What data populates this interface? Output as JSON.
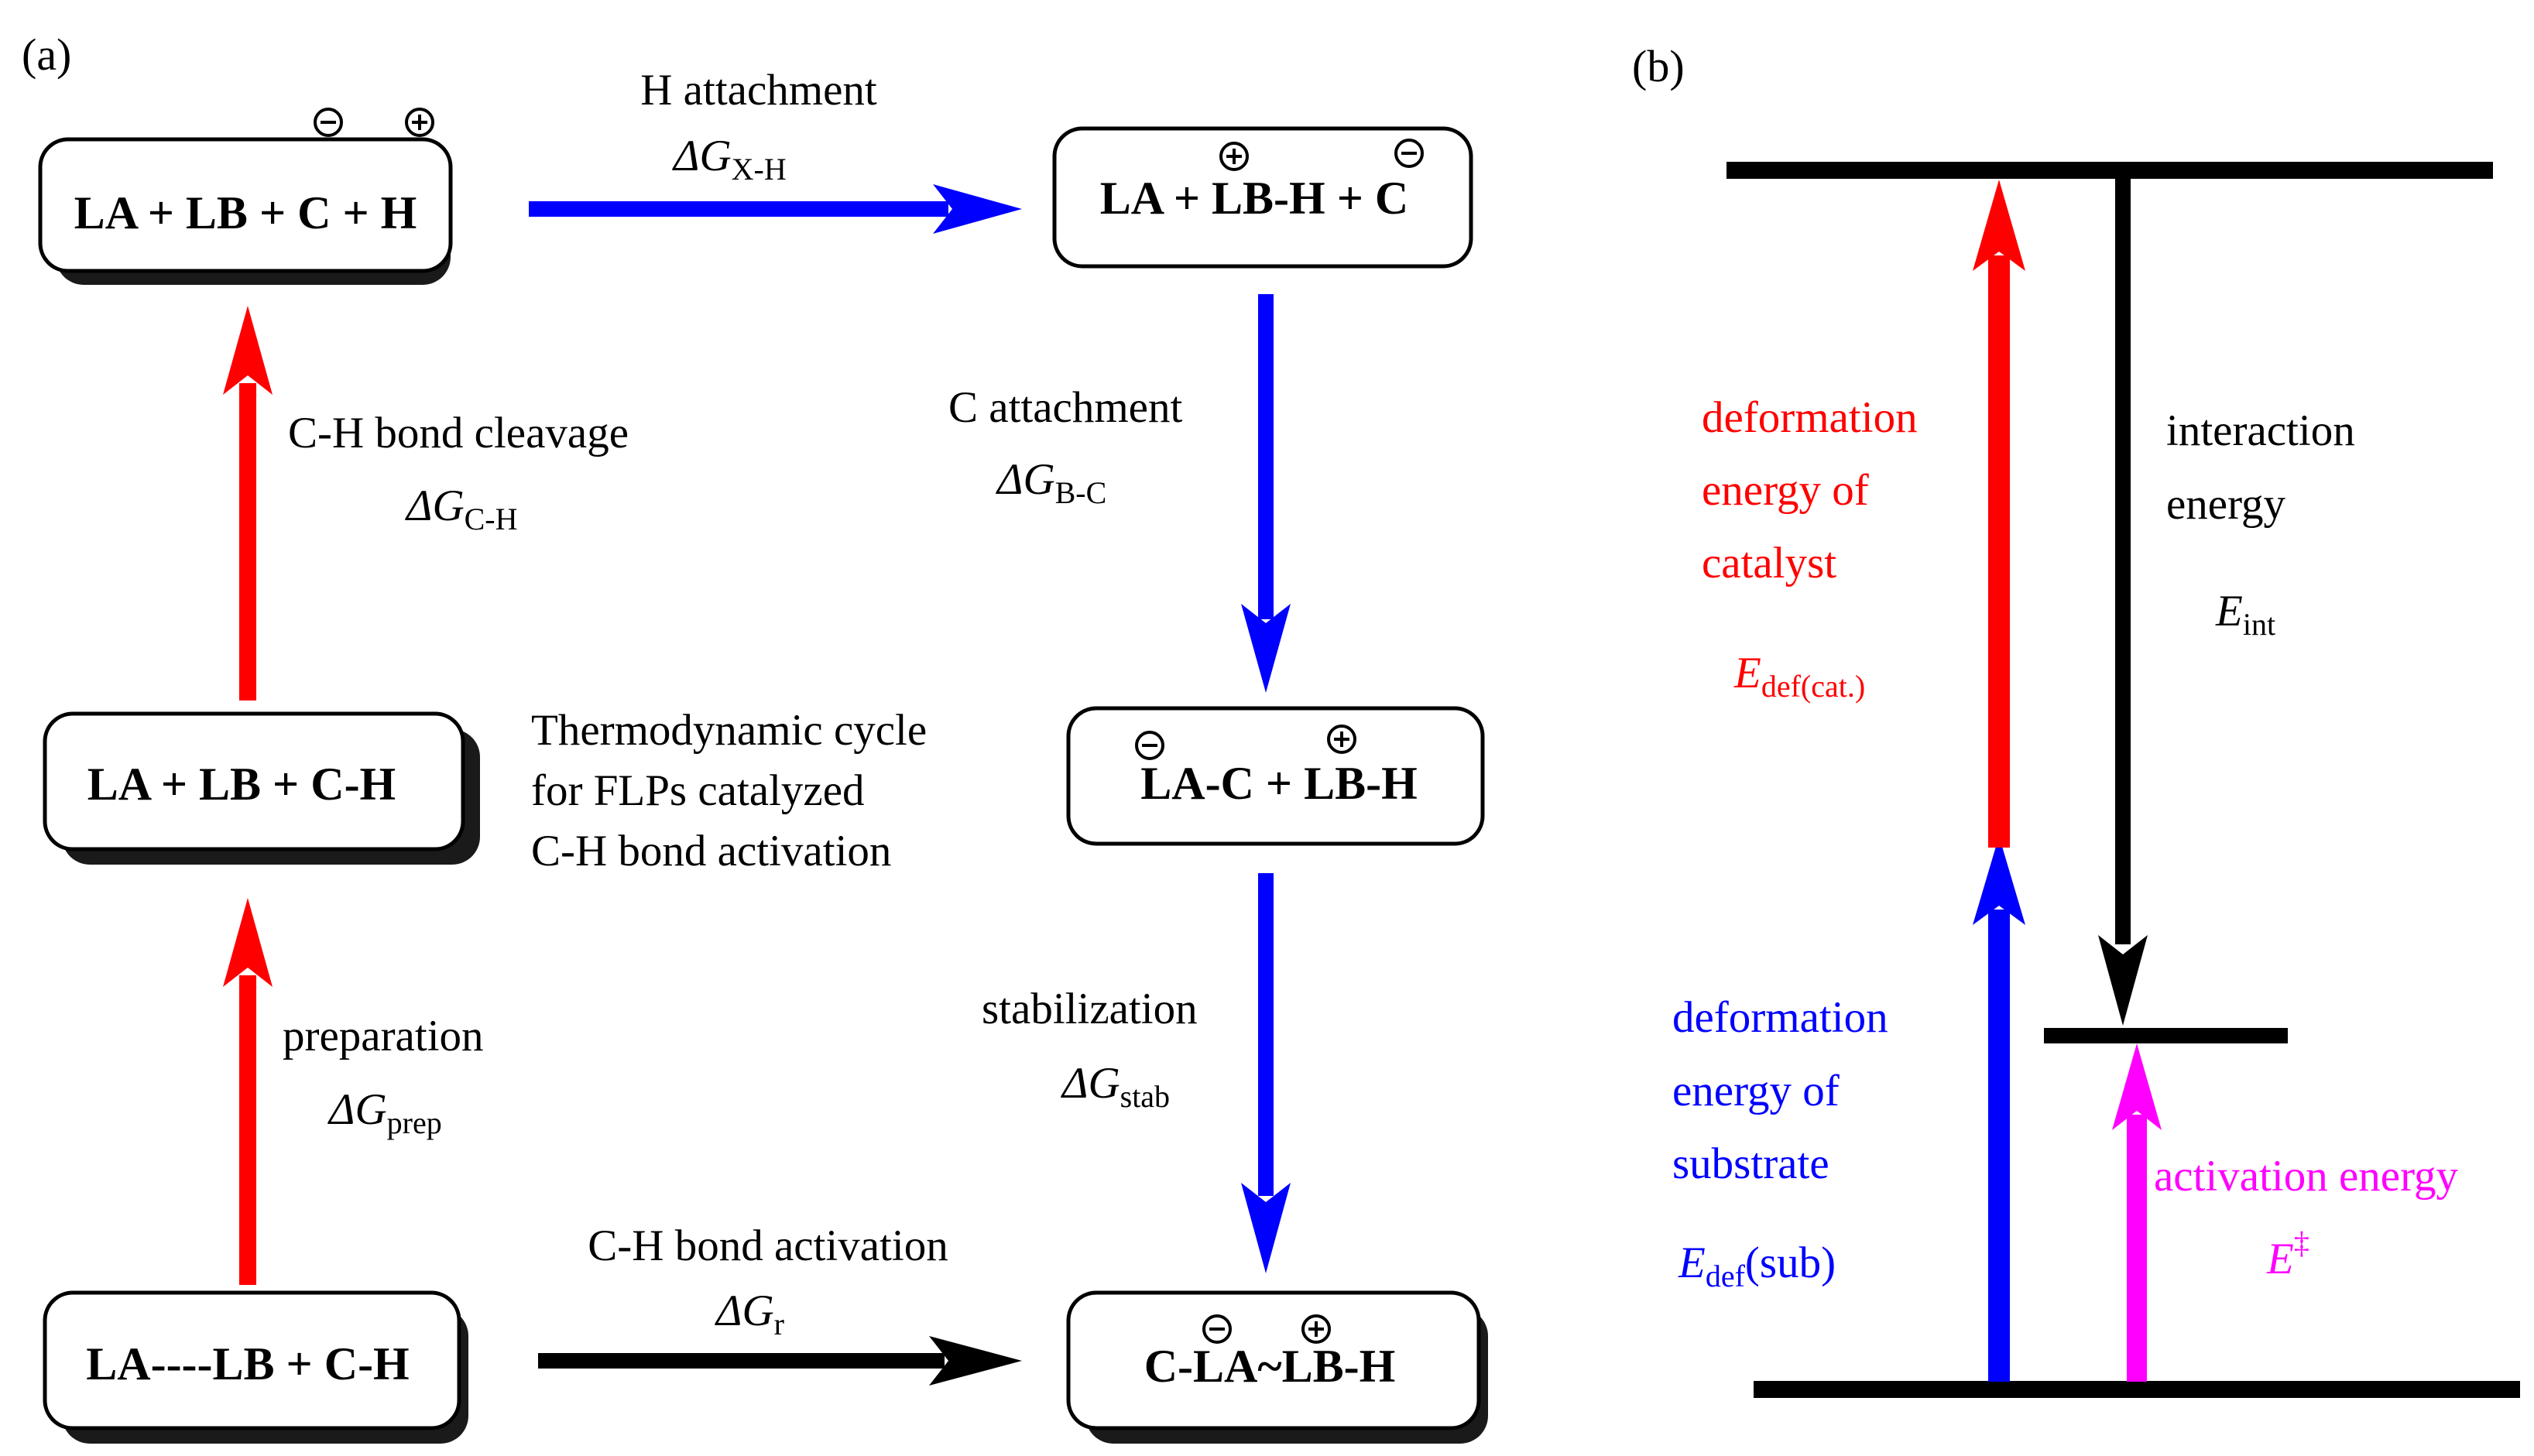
{
  "panel_a": {
    "tag": "(a)",
    "boxes": {
      "top_left": "LA + LB + C + H",
      "mid_left": "LA + LB + C-H",
      "bottom_left": "LA----LB + C-H",
      "top_right": "LA + LB-H + C",
      "mid_right": "LA-C + LB-H",
      "bottom_right": "C-LA~LB-H"
    },
    "charges": {
      "minus": "−",
      "plus": "+"
    },
    "labels": {
      "h_attachment": "H attachment",
      "h_attachment_energy_main": "ΔG",
      "h_attachment_energy_sub": "X-H",
      "ch_cleavage": "C-H bond cleavage",
      "ch_cleavage_energy_main": "ΔG",
      "ch_cleavage_energy_sub": "C-H",
      "c_attachment": "C attachment",
      "c_attachment_energy_main": "ΔG",
      "c_attachment_energy_sub": "B-C",
      "thermo_line1": "Thermodynamic cycle",
      "thermo_line2": "for FLPs catalyzed",
      "thermo_line3": "C-H bond activation",
      "preparation": "preparation",
      "preparation_energy_main": "ΔG",
      "preparation_energy_sub": "prep",
      "stabilization": "stabilization",
      "stabilization_energy_main": "ΔG",
      "stabilization_energy_sub": "stab",
      "ch_activation": "C-H bond activation",
      "ch_activation_energy_main": "ΔG",
      "ch_activation_energy_sub": "r"
    }
  },
  "panel_b": {
    "tag": "(b)",
    "labels": {
      "def_cat_line1": "deformation",
      "def_cat_line2": "energy of",
      "def_cat_line3": "catalyst",
      "def_cat_sym_main": "E",
      "def_cat_sym_sub": "def(cat.)",
      "interaction_line1": "interaction",
      "interaction_line2": "energy",
      "interaction_sym_main": "E",
      "interaction_sym_sub": "int",
      "def_sub_line1": "deformation",
      "def_sub_line2": "energy of",
      "def_sub_line3": "substrate",
      "def_sub_sym_main": "E",
      "def_sub_sym_sub": "def",
      "def_sub_sym_tail": "(sub)",
      "activation": "activation energy",
      "activation_sym_main": "E",
      "activation_sym_sup": "‡"
    }
  },
  "colors": {
    "red": "#ff0000",
    "blue": "#0000ff",
    "black": "#000000",
    "magenta": "#ff00ff",
    "shadow": "#1a1a1a"
  }
}
